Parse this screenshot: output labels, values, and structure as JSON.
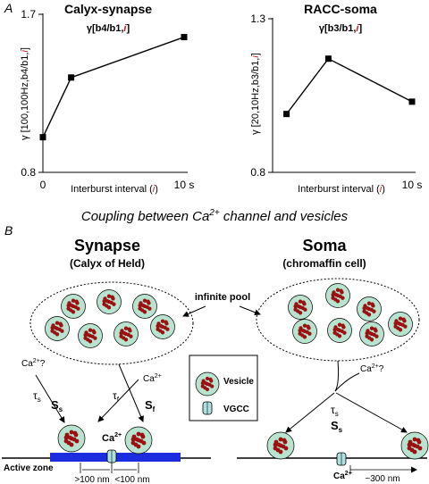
{
  "panel_a_label": "A",
  "panel_b_label": "B",
  "coupling_title": "Coupling between Ca",
  "coupling_title_sup": "2+",
  "coupling_title_tail": " channel and vesicles",
  "chart_data": [
    {
      "type": "line",
      "title": "Calyx-synapse",
      "subtitle_prefix": "γ[b4/b1,",
      "subtitle_var": "i",
      "subtitle_suffix": "]",
      "ylabel_prefix": "γ [100,100Hz,b4/b1,",
      "ylabel_var": "i",
      "ylabel_suffix": "]",
      "xlabel_prefix": "Interburst interval (",
      "xlabel_var": "i",
      "xlabel_suffix": ")",
      "ylim": [
        0.8,
        1.7
      ],
      "yticks": [
        "0.8",
        "1.7"
      ],
      "xlim": [
        0,
        10
      ],
      "xticks": [
        "0",
        "10 s"
      ],
      "x": [
        0,
        2,
        10
      ],
      "y": [
        1.0,
        1.34,
        1.57
      ]
    },
    {
      "type": "line",
      "title": "RACC-soma",
      "subtitle_prefix": "γ[b3/b1,",
      "subtitle_var": "i",
      "subtitle_suffix": "]",
      "ylabel_prefix": "γ [20,10Hz,b3/b1,",
      "ylabel_var": "i",
      "ylabel_suffix": "]",
      "xlabel_prefix": "Interburst interval (",
      "xlabel_var": "i",
      "xlabel_suffix": ")",
      "ylim": [
        0.8,
        1.3
      ],
      "yticks": [
        "0.8",
        "1.3"
      ],
      "xlim": [
        0,
        10
      ],
      "xticks": [
        "10 s"
      ],
      "x": [
        1,
        4,
        10
      ],
      "y": [
        0.99,
        1.17,
        1.03
      ]
    }
  ],
  "synapse": {
    "title": "Synapse",
    "subtitle": "(Calyx of Held)",
    "ca_q": "Ca",
    "ca_q_sup": "2+",
    "ca_q_tail": "?",
    "ca_r": "Ca",
    "ca_r_sup": "2+",
    "tau_s": "τ",
    "tau_s_sub": "s",
    "s_s": "S",
    "s_s_sub": "s",
    "tau_f": "τ",
    "tau_f_sub": "f",
    "s_f": "S",
    "s_f_sub": "f",
    "ca_channel": "Ca",
    "ca_channel_sup": "2+",
    "active_zone": "Active zone",
    "dist_far": ">100 nm",
    "dist_near": "<100 nm"
  },
  "soma": {
    "title": "Soma",
    "subtitle": "(chromaffin cell)",
    "ca_q": "Ca",
    "ca_q_sup": "2+",
    "ca_q_tail": "?",
    "tau_s": "τ",
    "tau_s_sub": "s",
    "s_s": "S",
    "s_s_sub": "s",
    "ca_channel": "Ca",
    "ca_channel_sup": "2+",
    "dist": "~300 nm"
  },
  "pool_label": "infinite pool",
  "legend": {
    "vesicle": "Vesicle",
    "vgcc": "VGCC"
  },
  "colors": {
    "vesicle_fill": "#b7e3cf",
    "vesicle_dot": "#9b1010",
    "active_zone": "#1c2de0",
    "channel": "#aee0e0",
    "red_var": "#d21e1e"
  }
}
